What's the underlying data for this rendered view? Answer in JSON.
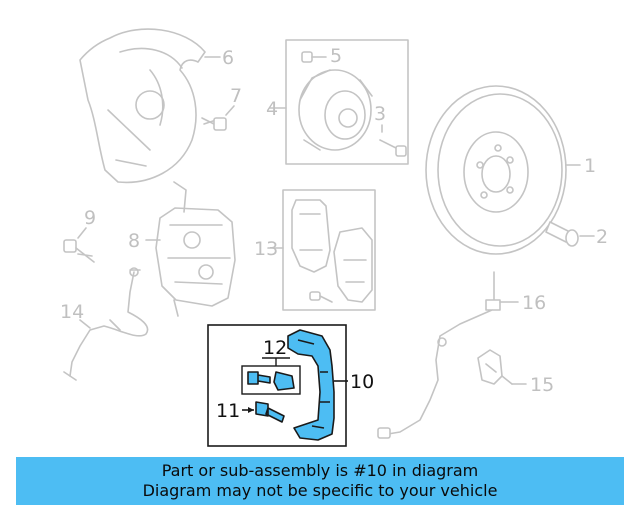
{
  "callouts": {
    "c1": "1",
    "c2": "2",
    "c3": "3",
    "c4": "4",
    "c5": "5",
    "c6": "6",
    "c7": "7",
    "c8": "8",
    "c9": "9",
    "c10": "10",
    "c11": "11",
    "c12": "12",
    "c13": "13",
    "c14": "14",
    "c15": "15",
    "c16": "16"
  },
  "banner": {
    "line1": "Part or sub-assembly is #10 in diagram",
    "line2": "Diagram may not be specific to your vehicle"
  },
  "colors": {
    "highlight": "#4dbdf3",
    "banner": "#4dbdf3",
    "faded": "#c4c4c4",
    "outline": "#1a1a1a"
  }
}
